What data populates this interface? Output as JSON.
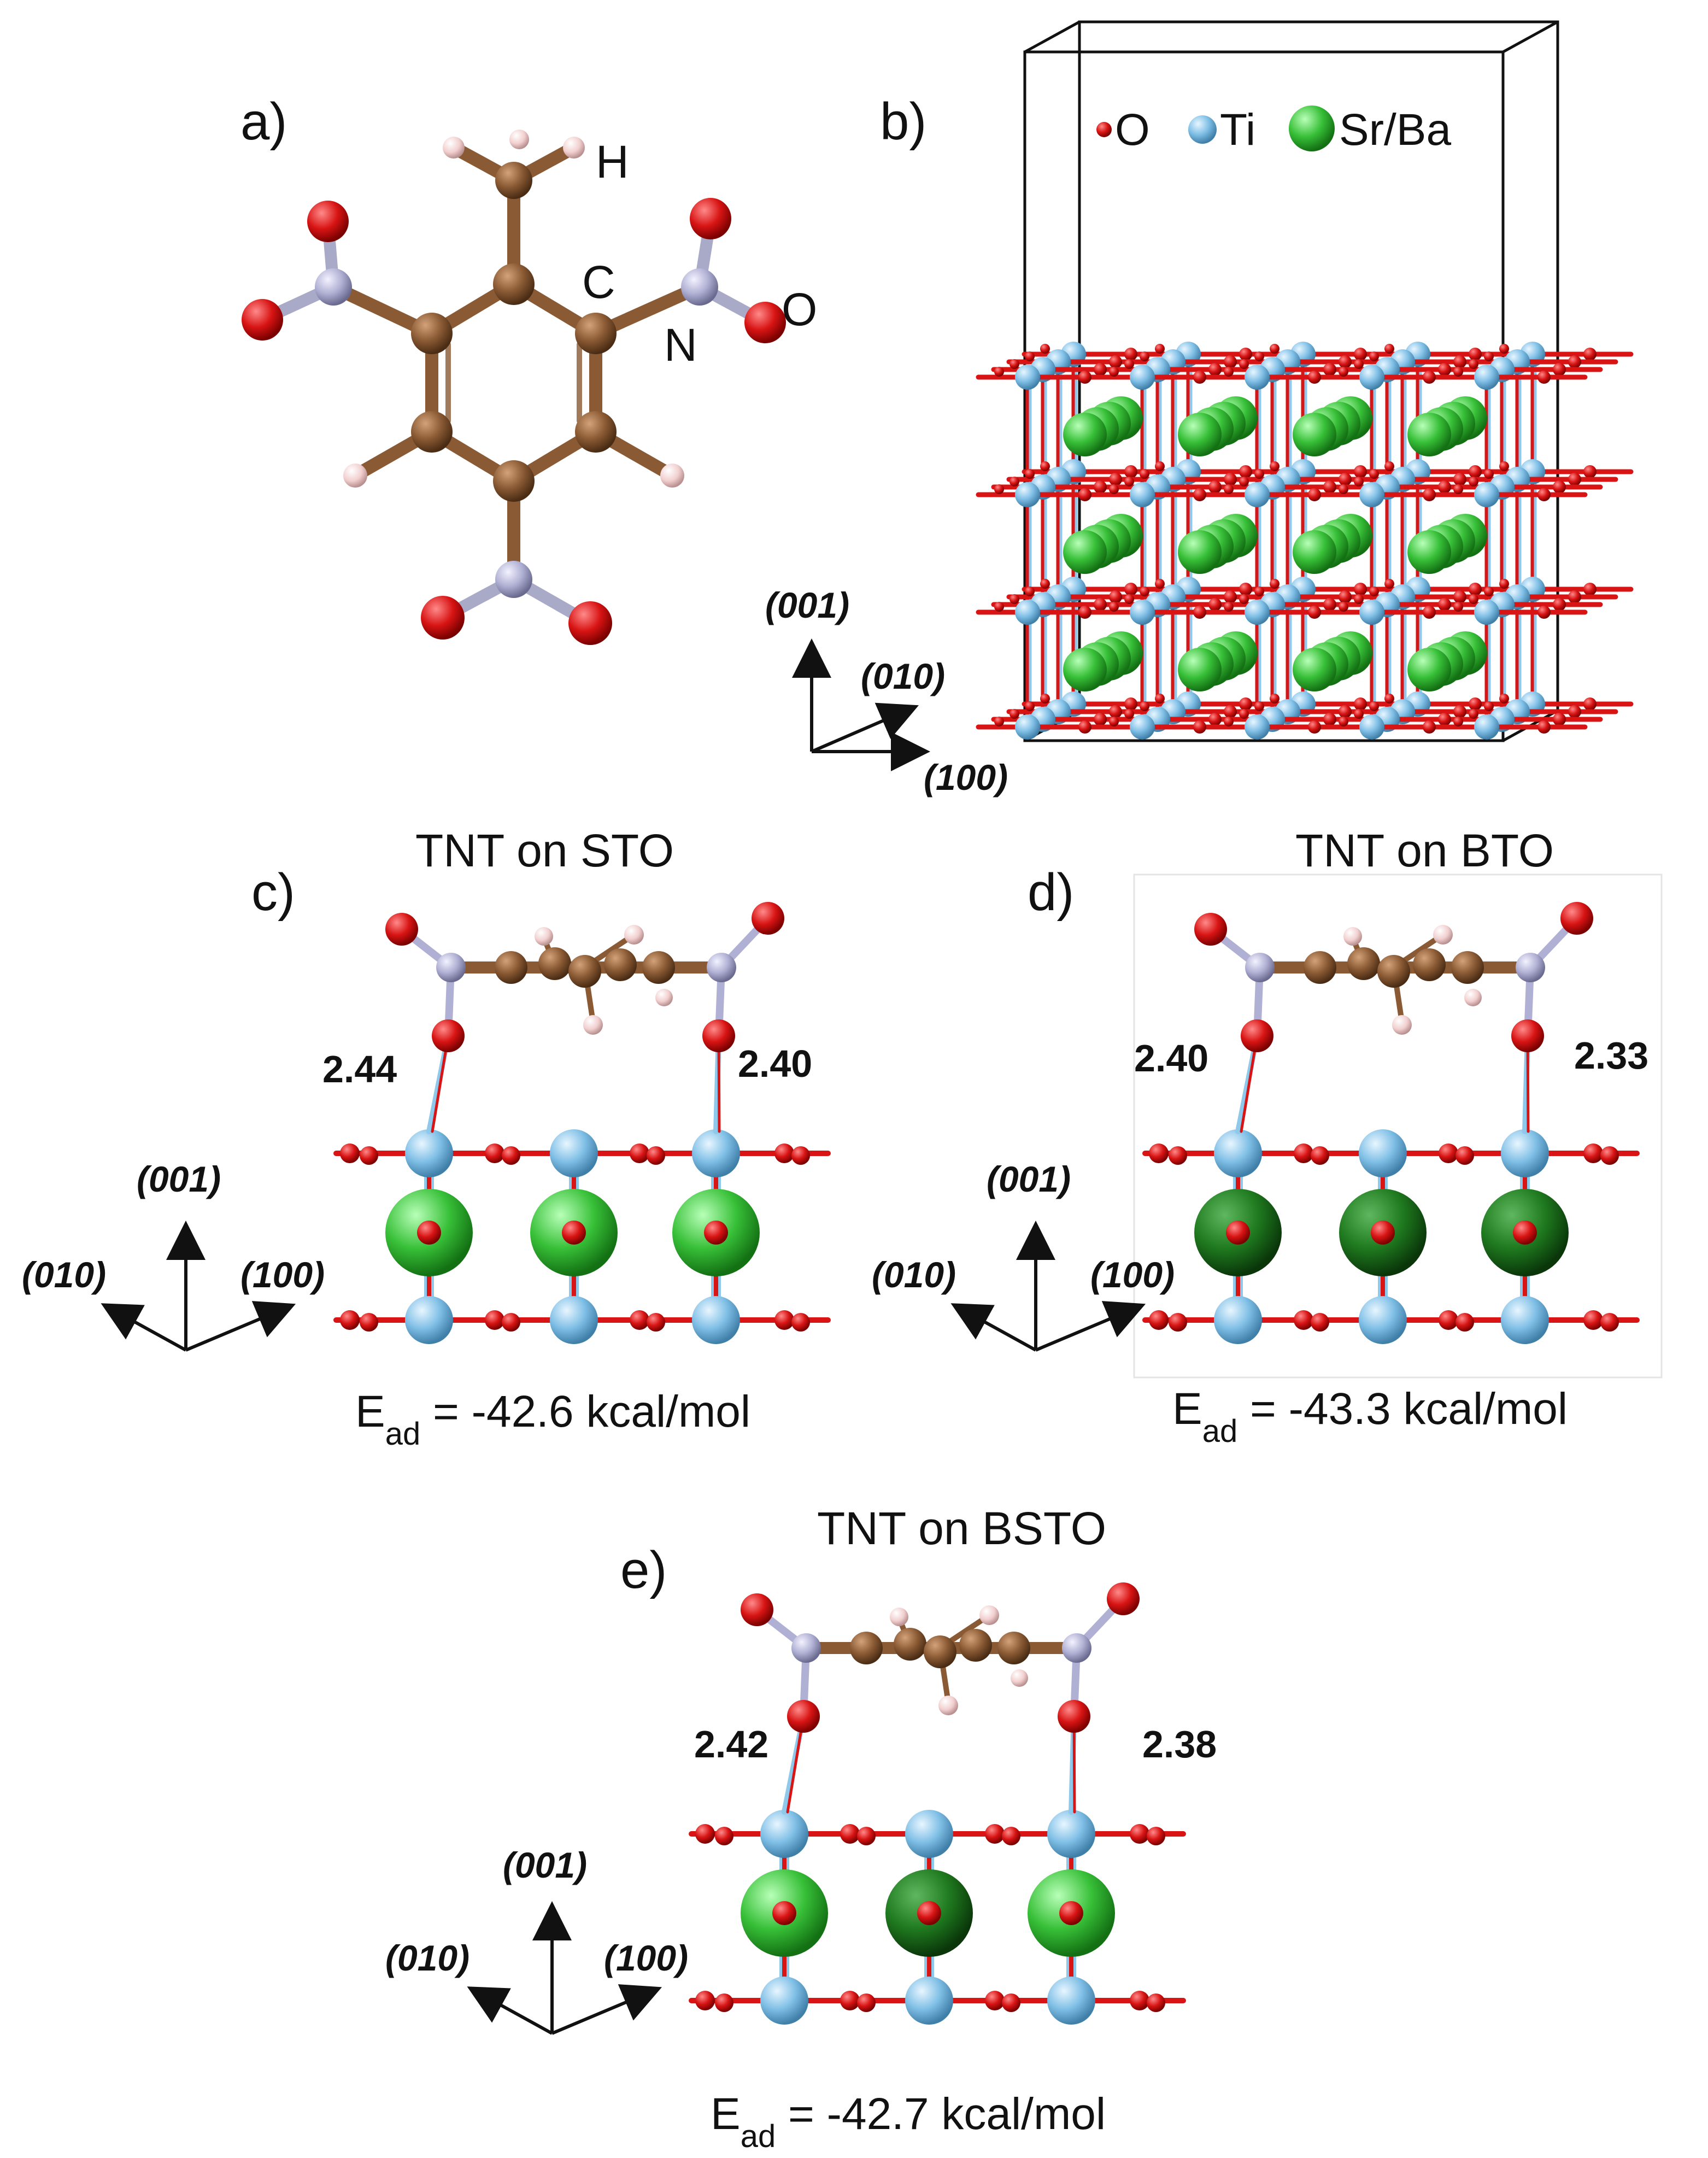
{
  "panels": {
    "a": {
      "label": "a)",
      "atom_labels": {
        "h": "H",
        "c": "C",
        "n": "N",
        "o": "O"
      }
    },
    "b": {
      "label": "b)",
      "legend": [
        {
          "symbol": "O",
          "color": "#d81414"
        },
        {
          "symbol": "Ti",
          "color": "#8ec8ea"
        },
        {
          "symbol": "Sr/Ba",
          "color": "#3fc43f"
        }
      ],
      "axes": {
        "z": "(001)",
        "y": "(010)",
        "x": "(100)"
      }
    },
    "c": {
      "label": "c)",
      "title": "TNT on STO",
      "bond_left": "2.44",
      "bond_right": "2.40",
      "energy": {
        "prefix": "E",
        "sub": "ad",
        "value": " = -42.6 kcal/mol"
      },
      "axes": {
        "z": "(001)",
        "left": "(010)",
        "right": "(100)"
      }
    },
    "d": {
      "label": "d)",
      "title": "TNT on BTO",
      "bond_left": "2.40",
      "bond_right": "2.33",
      "energy": {
        "prefix": "E",
        "sub": "ad",
        "value": " = -43.3 kcal/mol"
      },
      "axes": {
        "z": "(001)",
        "left": "(010)",
        "right": "(100)"
      }
    },
    "e": {
      "label": "e)",
      "title": "TNT on BSTO",
      "bond_left": "2.42",
      "bond_right": "2.38",
      "energy": {
        "prefix": "E",
        "sub": "ad",
        "value": " = -42.7 kcal/mol"
      },
      "axes": {
        "z": "(001)",
        "left": "(010)",
        "right": "(100)"
      }
    }
  },
  "colors": {
    "oxygen": "#d81414",
    "titanium": "#8ec8ea",
    "strontium": "#3fc43f",
    "barium": "#1f7a1f",
    "carbon": "#8a5a34",
    "nitrogen": "#b6b6d6",
    "hydrogen": "#f2cfcf"
  }
}
